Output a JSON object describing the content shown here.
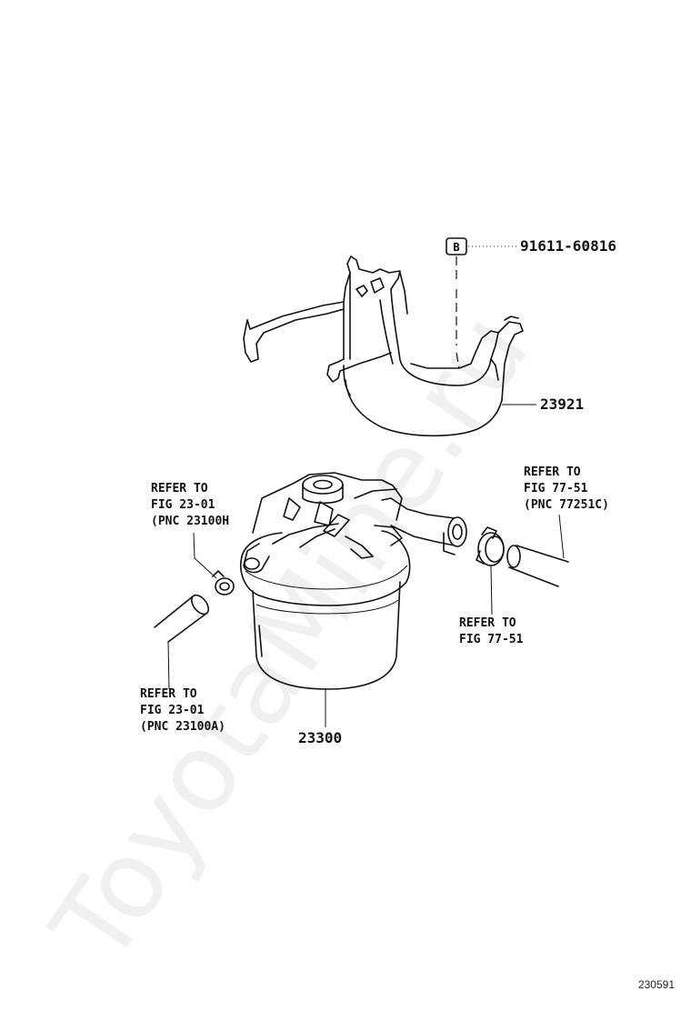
{
  "watermark": "ToyotaMine.ru",
  "figure_number": "230591",
  "parts": {
    "bolt": "91611-60816",
    "bracket": "23921",
    "fuel_filter": "23300"
  },
  "refs": {
    "left_upper": [
      "REFER TO",
      "FIG 23-01",
      "(PNC 23100H"
    ],
    "right_upper": [
      "REFER TO",
      "FIG 77-51",
      "(PNC 77251C)"
    ],
    "right_clamp": [
      "REFER TO",
      "FIG 77-51"
    ],
    "left_lower": [
      "REFER TO",
      "FIG 23-01",
      "(PNC 23100A)"
    ]
  }
}
